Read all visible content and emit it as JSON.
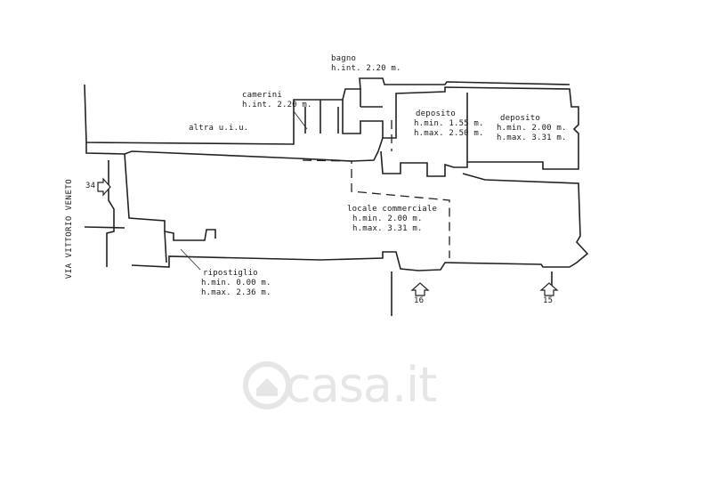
{
  "street": "VIA VITTORIO VENETO",
  "rooms": {
    "bagno": {
      "name": "bagno",
      "h1": "h.int. 2.20 m."
    },
    "camerini": {
      "name": "camerini",
      "h1": "h.int. 2.20 m."
    },
    "altra": {
      "name": "altra u.i.u."
    },
    "deposito1": {
      "name": "deposito",
      "h1": "h.min. 1.55 m.",
      "h2": "h.max. 2.50 m."
    },
    "deposito2": {
      "name": "deposito",
      "h1": "h.min. 2.00 m.",
      "h2": "h.max. 3.31 m."
    },
    "locale": {
      "name": "locale commerciale",
      "h1": "h.min. 2.00 m.",
      "h2": "h.max. 3.31 m."
    },
    "ripostiglio": {
      "name": "ripostiglio",
      "h1": "h.min. 0.00 m.",
      "h2": "h.max. 2.36 m."
    }
  },
  "entrances": {
    "e34": "34",
    "e16": "16",
    "e15": "15"
  },
  "watermark": "casa.it"
}
